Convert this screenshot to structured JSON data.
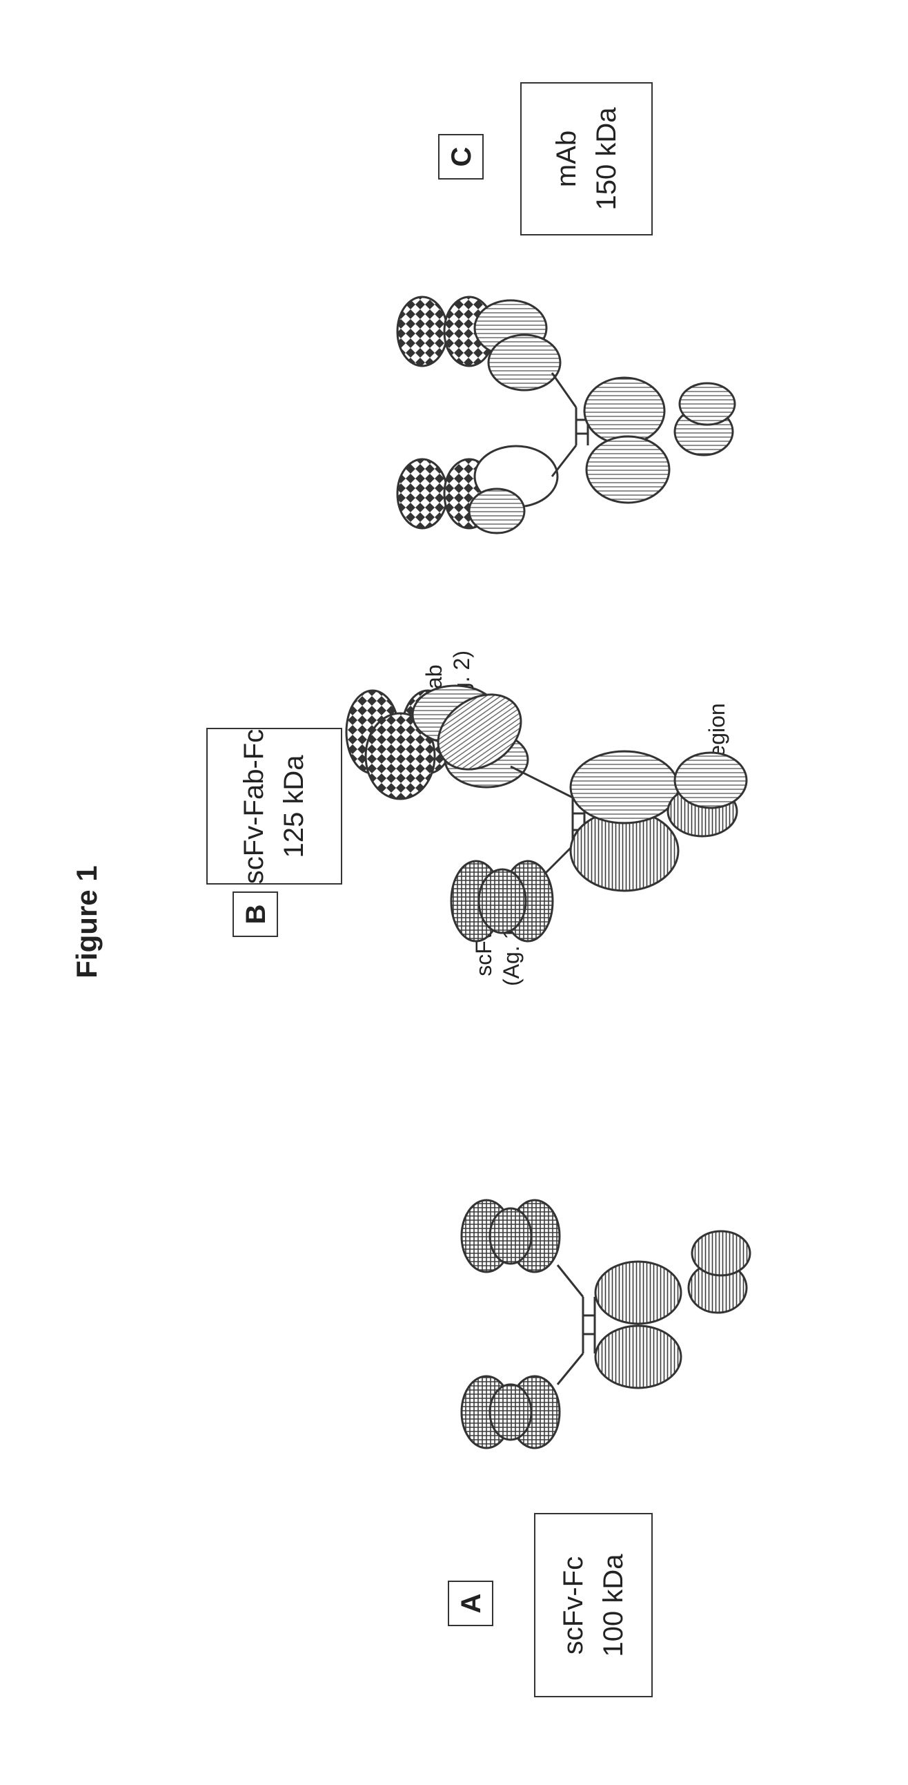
{
  "figure_title": "Figure 1",
  "panels": [
    {
      "letter": "A",
      "name": "scFv-Fc",
      "mass": "100 kDa"
    },
    {
      "letter": "B",
      "name": "scFv-Fab-Fc",
      "mass": "125 kDa"
    },
    {
      "letter": "C",
      "name": "mAb",
      "mass": "150 kDa"
    }
  ],
  "annotations": {
    "scfv": "scFv",
    "scfv_antigen": "(Ag. 1)",
    "fab": "Fab",
    "fab_antigen": "(Ag. 2)",
    "fc": "Fc region"
  },
  "colors": {
    "outline": "#333333",
    "scfv_fill": "crosshatch",
    "heavy_chain_fill": "vertical-lines",
    "light_chain_fill": "horizontal-lines",
    "fab_variable_fill": "diamond-checker"
  }
}
